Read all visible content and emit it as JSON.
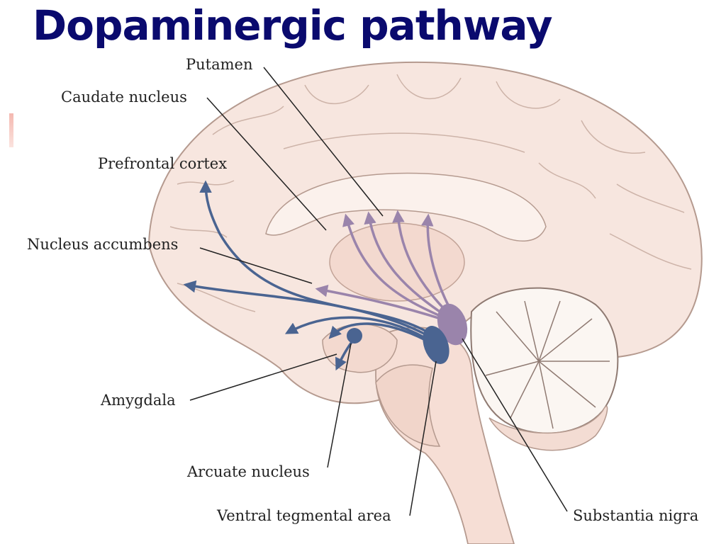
{
  "title": "Dopaminergic pathway",
  "labels": {
    "putamen": "Putamen",
    "caudate": "Caudate nucleus",
    "prefrontal": "Prefrontal cortex",
    "accumbens": "Nucleus accumbens",
    "amygdala": "Amygdala",
    "arcuate": "Arcuate nucleus",
    "vta": "Ventral tegmental area",
    "nigra": "Substantia nigra"
  },
  "colors": {
    "title": "#0a0a6e",
    "brain_fill": "#f7e6df",
    "brain_outline": "#b59a8f",
    "mesolimbic_pathway": "#4a6491",
    "nigrostriatal_pathway": "#9a84ab",
    "leader_line": "#222222"
  }
}
